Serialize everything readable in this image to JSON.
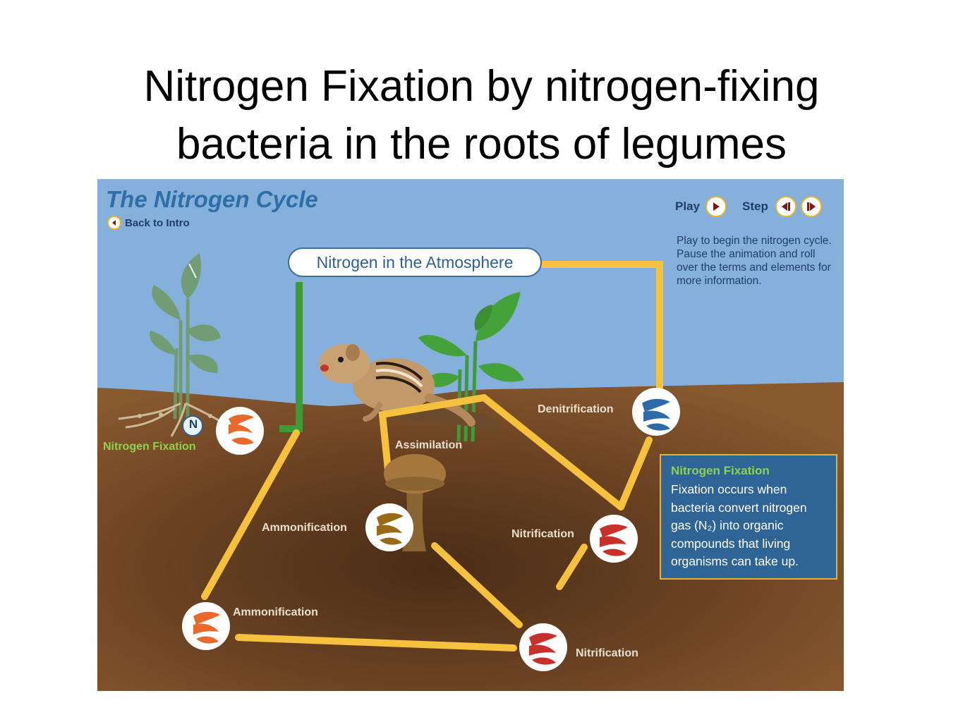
{
  "slide": {
    "title_line1": "Nitrogen Fixation by nitrogen-fixing",
    "title_line2": "bacteria in the roots of legumes"
  },
  "panel": {
    "title": "The Nitrogen Cycle",
    "back_label": "Back to Intro",
    "play_label": "Play",
    "step_label": "Step",
    "instructions": "Play to begin the nitrogen cycle. Pause the animation and roll over the terms and elements for more information.",
    "atmosphere_label": "Nitrogen in the Atmosphere",
    "n_symbol": "N",
    "labels": {
      "nitrogen_fixation": "Nitrogen Fixation",
      "assimilation": "Assimilation",
      "denitrification": "Denitrification",
      "ammonification_upper": "Ammonification",
      "ammonification_lower": "Ammonification",
      "nitrification_upper": "Nitrification",
      "nitrification_lower": "Nitrification"
    },
    "info": {
      "heading": "Nitrogen Fixation",
      "body": "Fixation occurs when bacteria convert nitrogen gas (N₂) into organic compounds that living organisms can take up."
    },
    "colors": {
      "sky": "#86b0dc",
      "soil": "#7a4f29",
      "path": "#f6c13c",
      "path_green": "#3e9a35",
      "info_bg": "#2f6596",
      "fixation_bacteria": "#e8692b",
      "ammonification_bacteria": "#9a6b16",
      "nitrification_bacteria": "#c8302a",
      "denitrification_bacteria": "#2f6aa8"
    },
    "icons": [
      "play-icon",
      "step-back-icon",
      "step-forward-icon",
      "back-arrow-icon",
      "bacteria-icon",
      "plant-icon",
      "chipmunk-icon",
      "mushroom-icon"
    ]
  }
}
